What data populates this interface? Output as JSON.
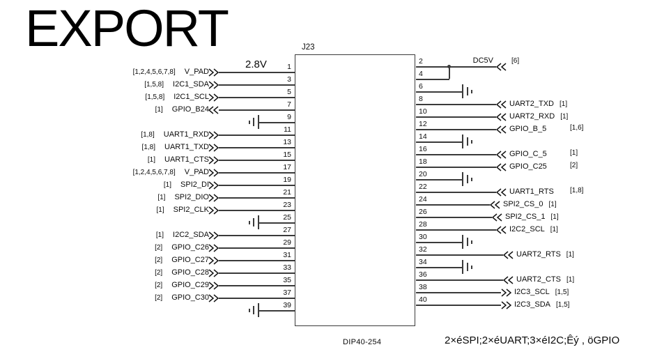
{
  "title": "EXPORT",
  "power_net": "2.8V",
  "note": "2×éSPI;2×éUART;3×éI2C;Êý , öGPIO",
  "connector": {
    "designator": "J23",
    "package": "DIP40-254",
    "left_pins": [
      {
        "pin": "1",
        "tag": "[1,2,4,5,6,7,8]",
        "label": "V_PAD",
        "arrow": "right"
      },
      {
        "pin": "3",
        "tag": "[1,5,8]",
        "label": "I2C1_SDA",
        "arrow": "right"
      },
      {
        "pin": "5",
        "tag": "[1,5,8]",
        "label": "I2C1_SCL",
        "arrow": "right"
      },
      {
        "pin": "7",
        "tag": "[1]",
        "label": "GPIO_B24",
        "arrow": "left"
      },
      {
        "pin": "9",
        "ground": true
      },
      {
        "pin": "11",
        "tag": "[1,8]",
        "label": "UART1_RXD",
        "arrow": "right"
      },
      {
        "pin": "13",
        "tag": "[1,8]",
        "label": "UART1_TXD",
        "arrow": "right"
      },
      {
        "pin": "15",
        "tag": "[1]",
        "label": "UART1_CTS",
        "arrow": "right"
      },
      {
        "pin": "17",
        "tag": "[1,2,4,5,6,7,8]",
        "label": "V_PAD",
        "arrow": "right"
      },
      {
        "pin": "19",
        "tag": "[1]",
        "label": "SPI2_DI",
        "arrow": "right"
      },
      {
        "pin": "21",
        "tag": "[1]",
        "label": "SPI2_DIO",
        "arrow": "right"
      },
      {
        "pin": "23",
        "tag": "[1]",
        "label": "SPI2_CLK",
        "arrow": "right"
      },
      {
        "pin": "25",
        "ground": true
      },
      {
        "pin": "27",
        "tag": "[1]",
        "label": "I2C2_SDA",
        "arrow": "right"
      },
      {
        "pin": "29",
        "tag": "[2]",
        "label": "GPIO_C26",
        "arrow": "right"
      },
      {
        "pin": "31",
        "tag": "[2]",
        "label": "GPIO_C27",
        "arrow": "right"
      },
      {
        "pin": "33",
        "tag": "[2]",
        "label": "GPIO_C28",
        "arrow": "right"
      },
      {
        "pin": "35",
        "tag": "[2]",
        "label": "GPIO_C29",
        "arrow": "right"
      },
      {
        "pin": "37",
        "tag": "[2]",
        "label": "GPIO_C30",
        "arrow": "right"
      },
      {
        "pin": "39",
        "ground": true
      }
    ],
    "right_pins": [
      {
        "pin": "2",
        "label": "DC5V",
        "tag": "[6]",
        "arrow": "left",
        "net_style": true
      },
      {
        "pin": "4",
        "tied_to_pin": "2"
      },
      {
        "pin": "6",
        "ground": true
      },
      {
        "pin": "8",
        "label": "UART2_TXD",
        "tag": "[1]",
        "arrow": "left"
      },
      {
        "pin": "10",
        "label": "UART2_RXD",
        "tag": "[1]",
        "arrow": "left"
      },
      {
        "pin": "12",
        "label": "GPIO_B_5",
        "tag": "[1,6]",
        "arrow": "left"
      },
      {
        "pin": "14",
        "ground": true
      },
      {
        "pin": "16",
        "label": "GPIO_C_5",
        "tag": "[1]",
        "arrow": "left"
      },
      {
        "pin": "18",
        "label": "GPIO_C25",
        "tag": "[2]",
        "arrow": "left"
      },
      {
        "pin": "20",
        "ground": true
      },
      {
        "pin": "22",
        "label": "UART1_RTS",
        "tag": "[1,8]",
        "arrow": "left"
      },
      {
        "pin": "24",
        "label": "SPI2_CS_0",
        "tag": "[1]",
        "arrow": "left"
      },
      {
        "pin": "26",
        "label": "SPI2_CS_1",
        "tag": "[1]",
        "arrow": "left"
      },
      {
        "pin": "28",
        "label": "I2C2_SCL",
        "tag": "[1]",
        "arrow": "left"
      },
      {
        "pin": "30",
        "ground": true
      },
      {
        "pin": "32",
        "label": "UART2_RTS",
        "tag": "[1]",
        "arrow": "left"
      },
      {
        "pin": "34",
        "ground": true
      },
      {
        "pin": "36",
        "label": "UART2_CTS",
        "tag": "[1]",
        "arrow": "left"
      },
      {
        "pin": "38",
        "label": "I2C3_SCL",
        "tag": "[1,5]",
        "arrow": "right"
      },
      {
        "pin": "40",
        "label": "I2C3_SDA",
        "tag": "[1,5]",
        "arrow": "right"
      }
    ]
  }
}
